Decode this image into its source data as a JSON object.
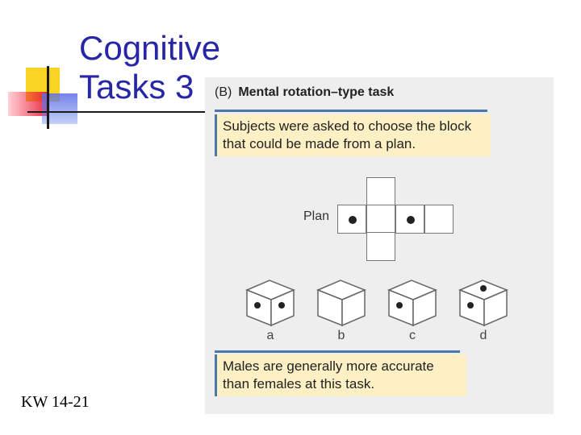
{
  "slide": {
    "title_line1": "Cognitive",
    "title_line2": "Tasks 3",
    "footer_code": "KW 14-21"
  },
  "figure": {
    "panel_letter": "(B)",
    "heading": "Mental rotation–type task",
    "instruction": "Subjects were asked to choose the block that could be made from a plan.",
    "plan_label": "Plan",
    "options": [
      "a",
      "b",
      "c",
      "d"
    ],
    "conclusion": "Males are generally more accurate than females at this task."
  }
}
